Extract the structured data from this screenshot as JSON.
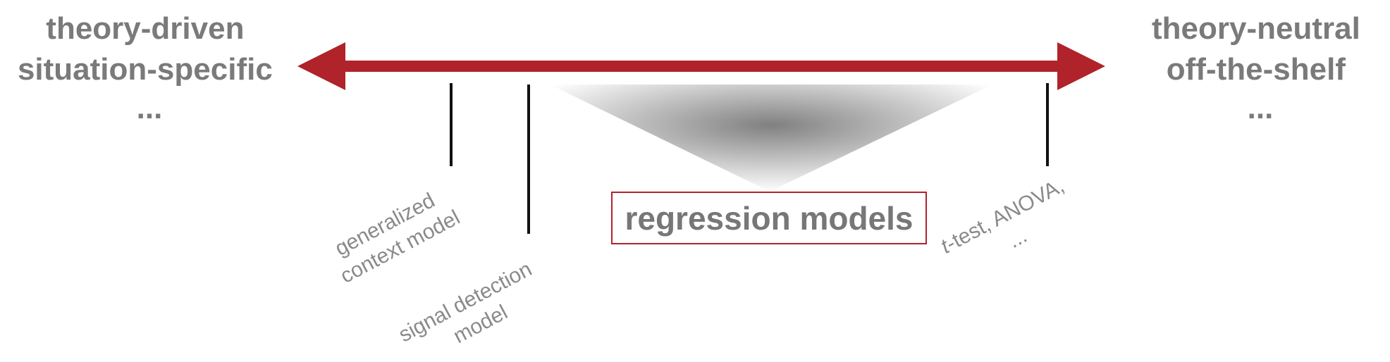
{
  "left_pole": {
    "line1": "theory-driven",
    "line2": "situation-specific",
    "line3": "..."
  },
  "right_pole": {
    "line1": "theory-neutral",
    "line2": "off-the-shelf",
    "line3": "..."
  },
  "ticks": {
    "gcm": {
      "line1": "generalized",
      "line2": "context model"
    },
    "sdt": {
      "line1": "signal detection",
      "line2": "model"
    },
    "ttest": {
      "italic_prefix": "t",
      "line1_rest": "-test, ANOVA,",
      "line2": "..."
    }
  },
  "regression": {
    "label": "regression models"
  },
  "colors": {
    "arrow": "#b0232a",
    "box_border": "#b0232a",
    "pole_text": "#7a7a7a",
    "tick_text": "#8a8a8a",
    "tick_line": "#111111",
    "gradient_center": "#808080"
  }
}
